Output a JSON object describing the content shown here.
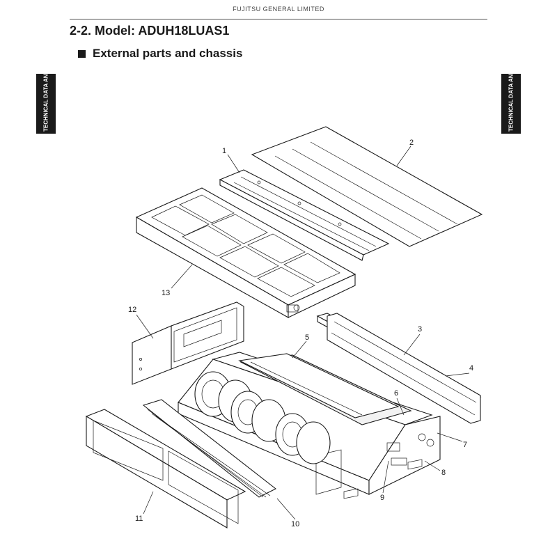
{
  "header": {
    "company": "FUJITSU GENERAL LIMITED"
  },
  "section": {
    "title": "2-2. Model: ADUH18LUAS1",
    "subsection": "External parts and chassis"
  },
  "side_tab": {
    "text": "TECHNICAL DATA AND PARTS LIST"
  },
  "diagram": {
    "callouts": [
      "1",
      "2",
      "3",
      "4",
      "5",
      "6",
      "7",
      "8",
      "9",
      "10",
      "11",
      "12",
      "13"
    ]
  }
}
